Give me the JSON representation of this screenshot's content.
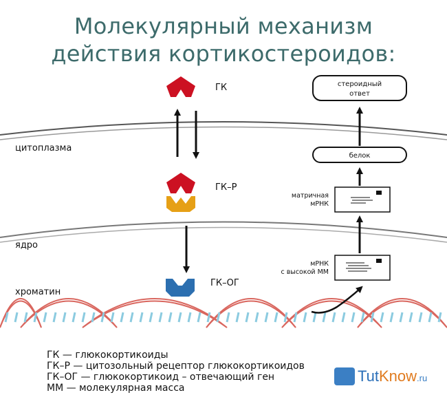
{
  "title_line1": "Молекулярный механизм",
  "title_line2": "действия кортикостероидов:",
  "labels": {
    "gk": "ГК",
    "gkr": "ГК–Р",
    "gkog": "ГК–ОГ",
    "cytoplasm": "цитоплазма",
    "nucleus": "ядро",
    "chromatin": "хроматин",
    "steroid_line1": "стероидный",
    "steroid_line2": "ответ",
    "protein": "белок",
    "mrna_matrix_line1": "матричная",
    "mrna_matrix_line2": "мРНК",
    "mrna_hm_line1": "мРНК",
    "mrna_hm_line2": "с высокой ММ"
  },
  "legend": [
    "ГК — глюкокортикоиды",
    "ГК–Р — цитозольный рецептор глюкокортикоидов",
    "ГК–ОГ — глюкокортикоид – отвечающий ген",
    "ММ — молекулярная масса"
  ],
  "watermark": {
    "part1": "Tut",
    "part2": "Know",
    "part3": ".ru"
  },
  "colors": {
    "title": "#3d6b6b",
    "ligand": "#cc1122",
    "receptor": "#e6a016",
    "gene": "#2c6fb0",
    "dna": "#d9665e",
    "dna_rungs": "#8ccbe0"
  }
}
